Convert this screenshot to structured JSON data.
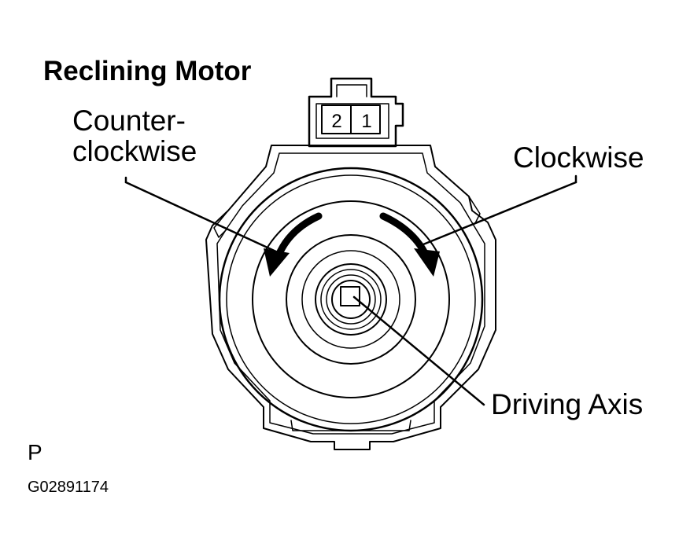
{
  "title": "Reclining Motor",
  "labels": {
    "counterclockwise_line1": "Counter-",
    "counterclockwise_line2": "clockwise",
    "clockwise": "Clockwise",
    "driving_axis": "Driving Axis"
  },
  "connector_pins": [
    "2",
    "1"
  ],
  "footer": {
    "mark": "P",
    "figure_id": "G02891174"
  },
  "colors": {
    "ink": "#000000",
    "background": "#ffffff"
  }
}
